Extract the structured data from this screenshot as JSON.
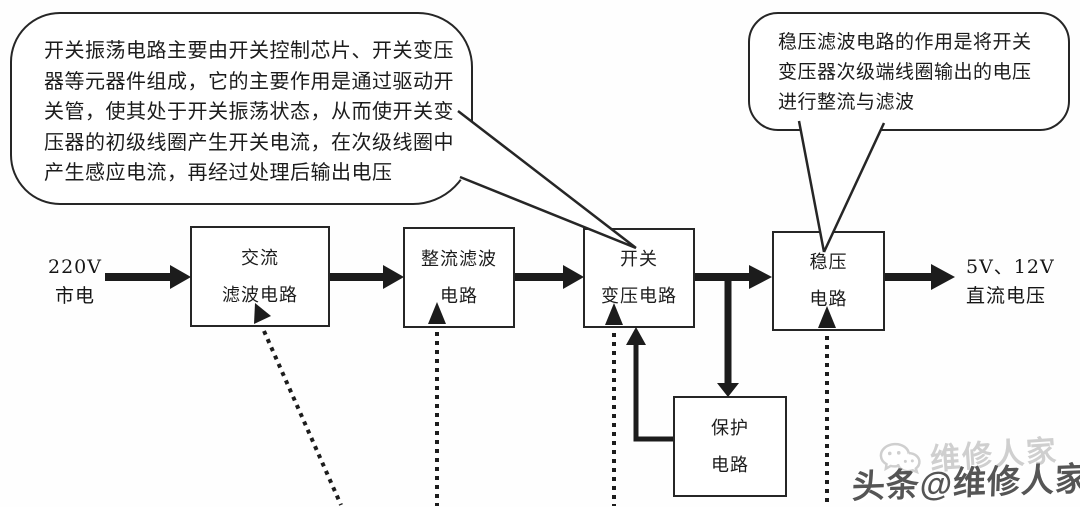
{
  "bubbles": {
    "left": {
      "lines": [
        "开关振荡电路主要由开关控制芯片、开关变压",
        "器等元器件组成，它的主要作用是通过驱动开",
        "关管，使其处于开关振荡状态，从而使开关变",
        "压器的初级线圈产生开关电流，在次级线圈中",
        "产生感应电流，再经过处理后输出电压"
      ]
    },
    "right": {
      "lines": [
        "稳压滤波电路的作用是将开关",
        "变压器次级端线圈输出的电压",
        "进行整流与滤波"
      ]
    }
  },
  "flow": {
    "input": {
      "line1": "220V",
      "line2": "市电"
    },
    "boxes": [
      {
        "id": "ac-filter",
        "line1": "交流",
        "line2": "滤波电路"
      },
      {
        "id": "rectifier-filter",
        "line1": "整流滤波",
        "line2": "电路"
      },
      {
        "id": "switching-transformer",
        "line1": "开关",
        "line2": "变压电路"
      },
      {
        "id": "voltage-regulator",
        "line1": "稳压",
        "line2": "电路"
      }
    ],
    "protection": {
      "line1": "保护",
      "line2": "电路"
    },
    "output": {
      "line1": "5V、12V",
      "line2": "直流电压"
    }
  },
  "watermark": {
    "ghost_text": "维修人家",
    "main_text": "头条@维修人家"
  },
  "colors": {
    "ink": "#1c1c1c",
    "border": "#262626",
    "background": "#fefefe",
    "watermark_ghost": "#cfcfcf",
    "watermark_main": "#555555"
  }
}
